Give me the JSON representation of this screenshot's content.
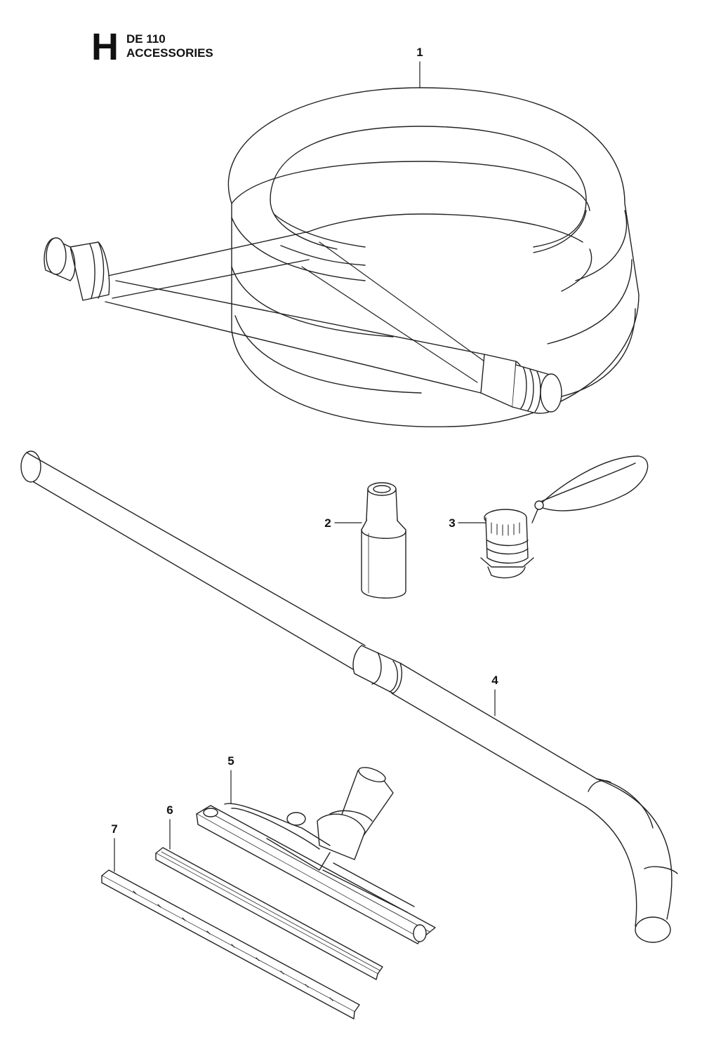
{
  "header": {
    "section_letter": "H",
    "model": "DE 110",
    "title": "ACCESSORIES"
  },
  "parts": [
    {
      "number": "1",
      "name": "hose"
    },
    {
      "number": "2",
      "name": "adapter"
    },
    {
      "number": "3",
      "name": "cap"
    },
    {
      "number": "4",
      "name": "suction-tube"
    },
    {
      "number": "5",
      "name": "floor-nozzle"
    },
    {
      "number": "6",
      "name": "rubber-strip"
    },
    {
      "number": "7",
      "name": "rubber-strip-notched"
    }
  ],
  "colors": {
    "line": "#222222",
    "fill": "#ffffff"
  }
}
